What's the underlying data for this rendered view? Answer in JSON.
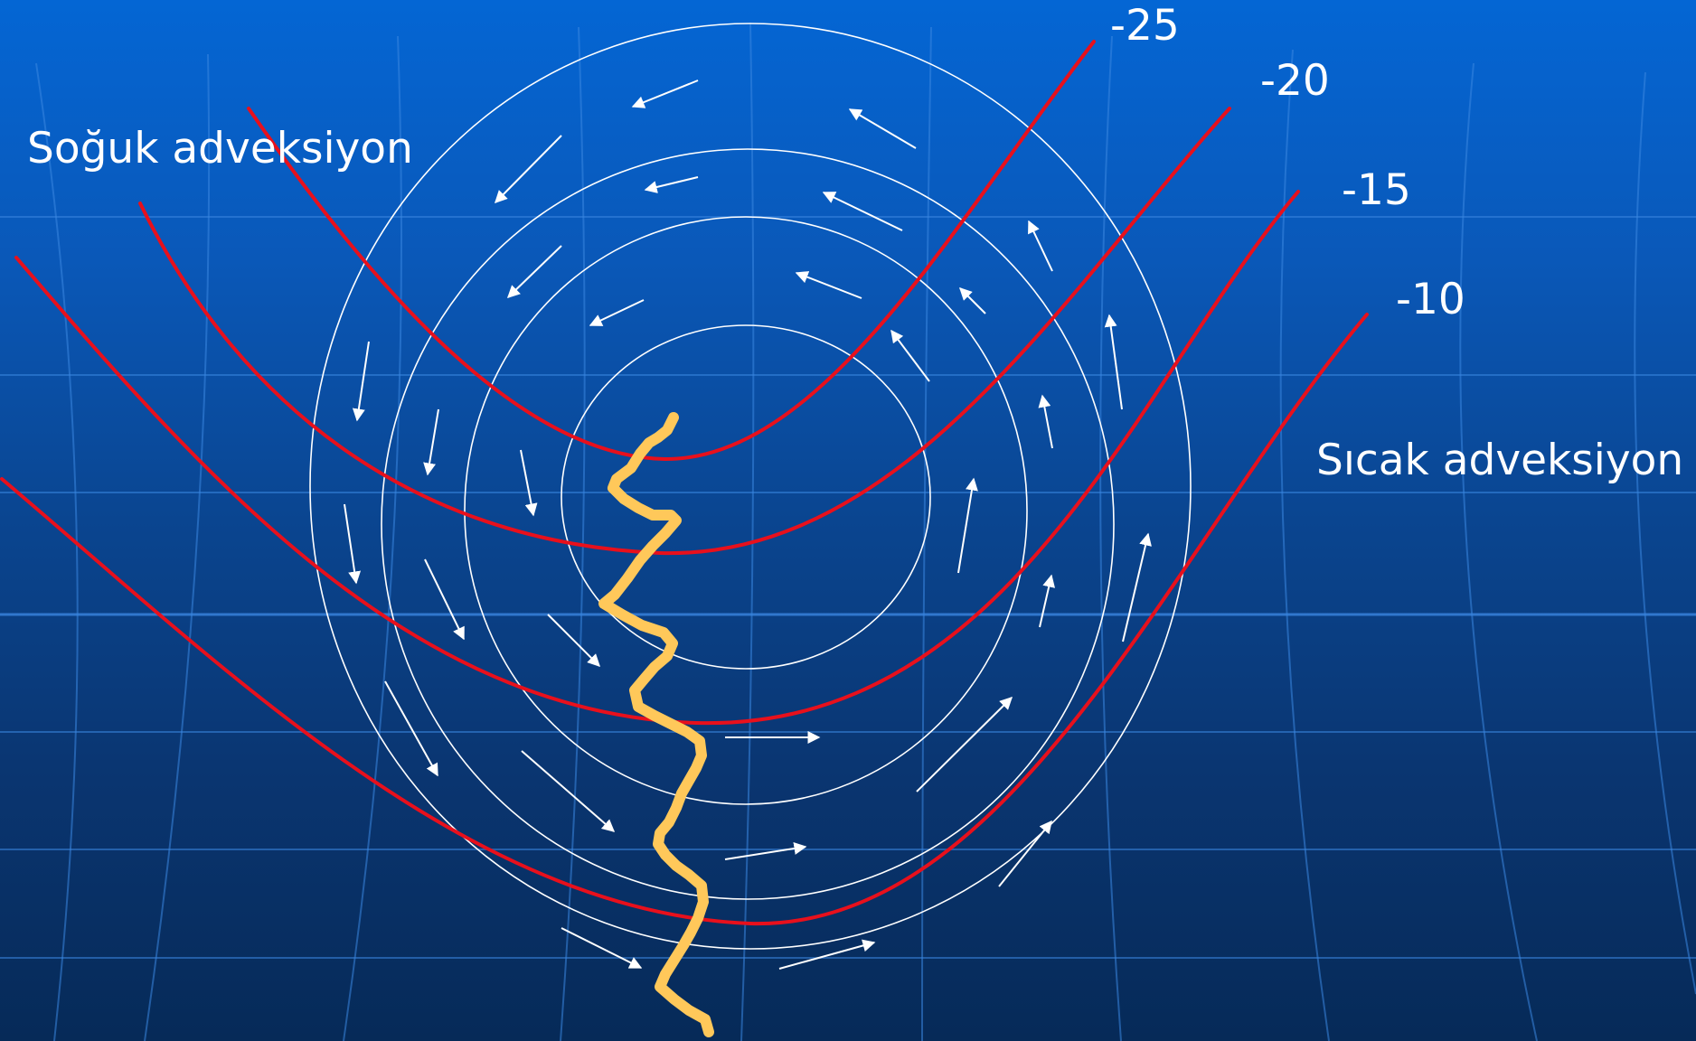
{
  "labels": {
    "cold_advection": "Soğuk adveksiyon",
    "warm_advection": "Sıcak adveksiyon"
  },
  "isotherms": [
    {
      "label": "-25"
    },
    {
      "label": "-20"
    },
    {
      "label": "-15"
    },
    {
      "label": "-10"
    }
  ],
  "colors": {
    "background_top": "#0466d4",
    "background_bottom": "#062a58",
    "grid": "#3a86e0",
    "isobar": "#ffffff",
    "isotherm": "#e8101c",
    "front": "#ffc85a",
    "text": "#ffffff"
  }
}
